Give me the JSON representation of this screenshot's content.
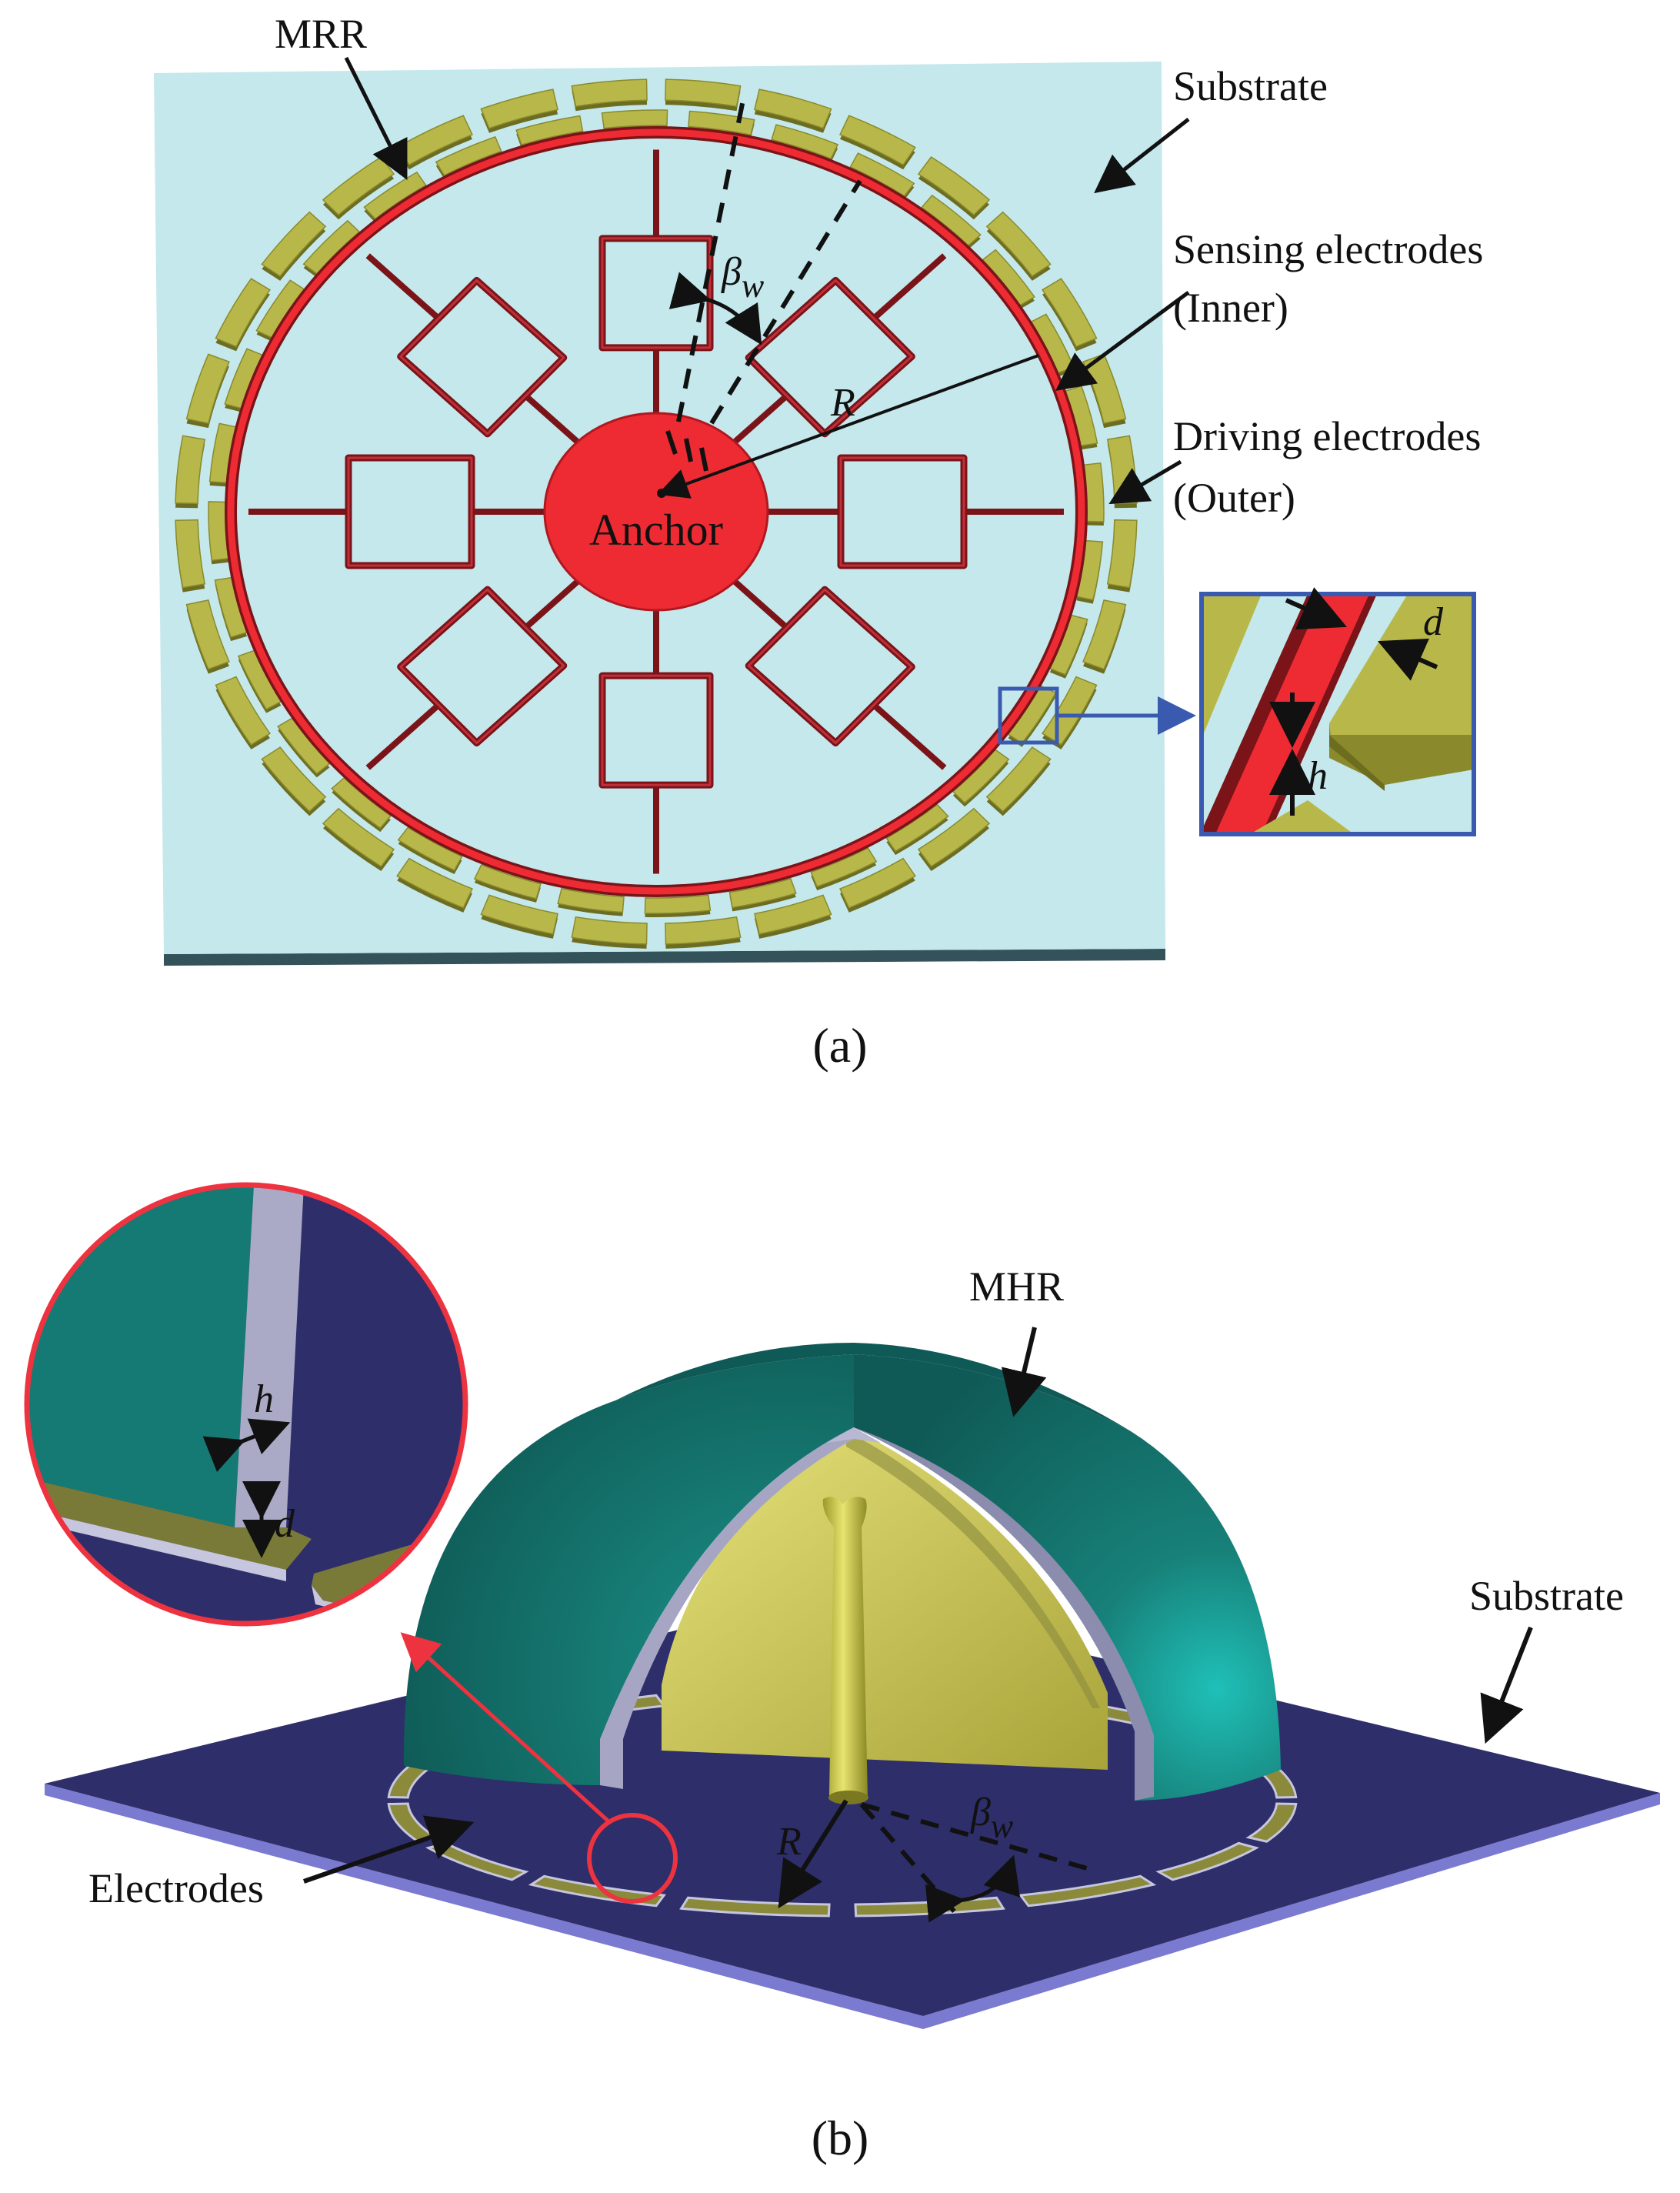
{
  "panel_a": {
    "labels": {
      "mrr": "MRR",
      "substrate": "Substrate",
      "sensing_line1": "Sensing electrodes",
      "sensing_line2": "(Inner)",
      "driving_line1": "Driving electrodes",
      "driving_line2": "(Outer)",
      "anchor": "Anchor",
      "radius": "R",
      "beta": "β",
      "beta_sub": "w",
      "inset_d": "d",
      "inset_h": "h"
    },
    "caption": "(a)"
  },
  "panel_b": {
    "labels": {
      "mhr": "MHR",
      "substrate": "Substrate",
      "electrodes": "Electrodes",
      "radius": "R",
      "beta": "β",
      "beta_sub": "w",
      "inset_h": "h",
      "inset_d": "d"
    },
    "caption": "(b)"
  },
  "colors": {
    "substrate_a": "#c4e8ec",
    "ring_red": "#ee2b33",
    "spoke_dark_red": "#7a1418",
    "electrode_yellow": "#b8b84a",
    "substrate_b": "#2e2e6a",
    "dome_teal": "#1a7a74",
    "dome_inner_yellow": "#c8c44e",
    "inset_border_blue": "#3a5ab0",
    "inset_border_red": "#ee3340"
  }
}
